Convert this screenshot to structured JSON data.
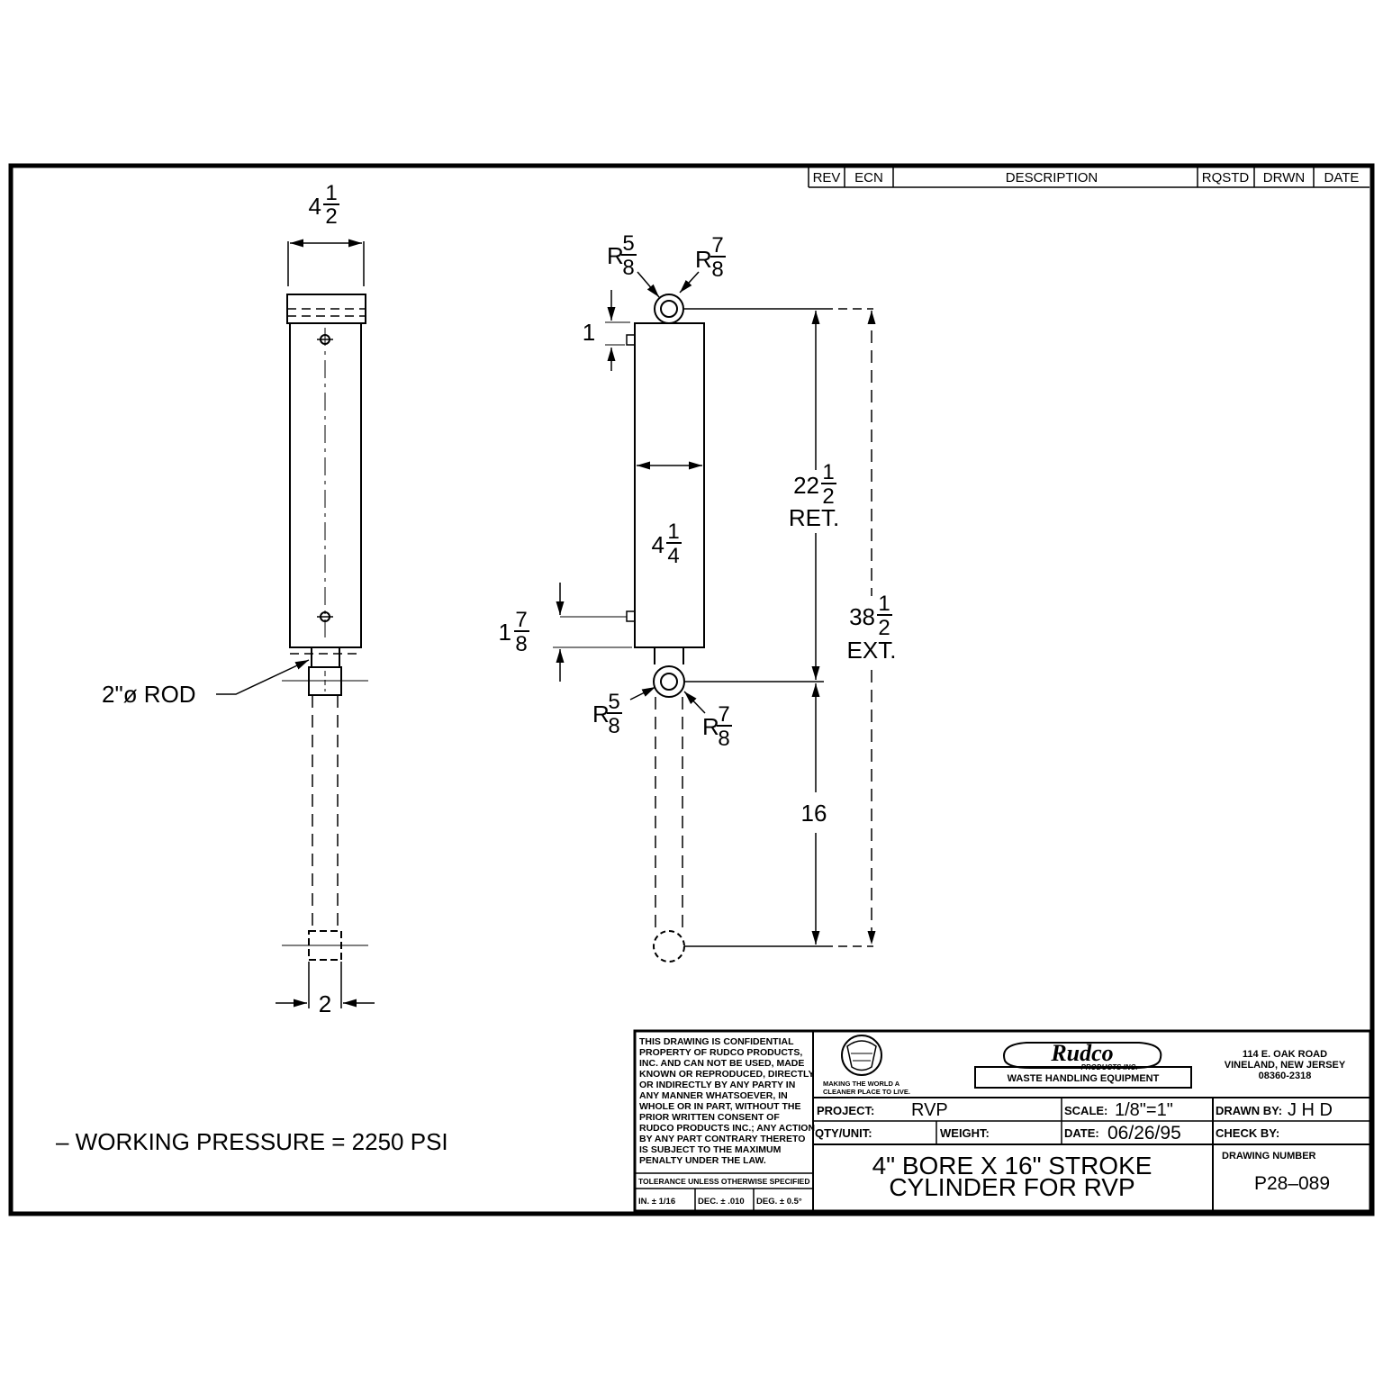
{
  "revision_table": {
    "headers": [
      "REV",
      "ECN",
      "DESCRIPTION",
      "RQSTD",
      "DRWN",
      "DATE"
    ]
  },
  "left_view": {
    "width_whole": "4",
    "width_num": "1",
    "width_den": "2",
    "rod_label": "2\"ø ROD",
    "bottom_dim": "2"
  },
  "right_view": {
    "rad_small_num": "5",
    "rad_small_den": "8",
    "rad_large_num": "7",
    "rad_large_den": "8",
    "rad_prefix": "R",
    "port_offset_top": "1",
    "bore_whole": "4",
    "bore_num": "1",
    "bore_den": "4",
    "port_offset_bottom_whole": "1",
    "port_offset_bottom_num": "7",
    "port_offset_bottom_den": "8",
    "retracted_whole": "22",
    "retracted_num": "1",
    "retracted_den": "2",
    "retracted_label": "RET.",
    "extended_whole": "38",
    "extended_num": "1",
    "extended_den": "2",
    "extended_label": "EXT.",
    "stroke": "16"
  },
  "note": "–  WORKING PRESSURE  =  2250  PSI",
  "title_block": {
    "confidential": [
      "THIS DRAWING IS CONFIDENTIAL",
      "PROPERTY OF RUDCO PRODUCTS,",
      "INC. AND CAN NOT BE USED, MADE",
      "KNOWN OR REPRODUCED, DIRECTLY",
      "OR INDIRECTLY BY ANY PARTY IN",
      "ANY MANNER WHATSOEVER, IN",
      "WHOLE OR IN PART, WITHOUT THE",
      "PRIOR WRITTEN CONSENT OF",
      "RUDCO PRODUCTS INC.; ANY ACTION",
      "BY ANY PART CONTRARY THERETO",
      "IS SUBJECT TO THE MAXIMUM",
      "PENALTY UNDER THE LAW."
    ],
    "tolerance_header": "TOLERANCE UNLESS OTHERWISE SPECIFIED",
    "tol_in": "IN. ± 1/16",
    "tol_dec": "DEC. ± .010",
    "tol_deg": "DEG. ± 0.5°",
    "slogan_line1": "MAKING THE WORLD A",
    "slogan_line2": "CLEANER PLACE TO LIVE.",
    "brand": "Rudco",
    "brand_sub": "PRODUCTS INC.",
    "brand_tagline": "WASTE HANDLING EQUIPMENT",
    "address_line1": "114 E. OAK ROAD",
    "address_line2": "VINELAND, NEW JERSEY",
    "address_line3": "08360-2318",
    "project_label": "PROJECT:",
    "project_value": "RVP",
    "scale_label": "SCALE:",
    "scale_value": "1/8\"=1\"",
    "drawn_by_label": "DRAWN BY:",
    "drawn_by_value": "J H D",
    "qty_label": "QTY/UNIT:",
    "weight_label": "WEIGHT:",
    "date_label": "DATE:",
    "date_value": "06/26/95",
    "check_by_label": "CHECK BY:",
    "title_line1": "4\"  BORE  X  16\"  STROKE",
    "title_line2": "CYLINDER  FOR  RVP",
    "drawing_number_label": "DRAWING NUMBER",
    "drawing_number": "P28–089"
  }
}
